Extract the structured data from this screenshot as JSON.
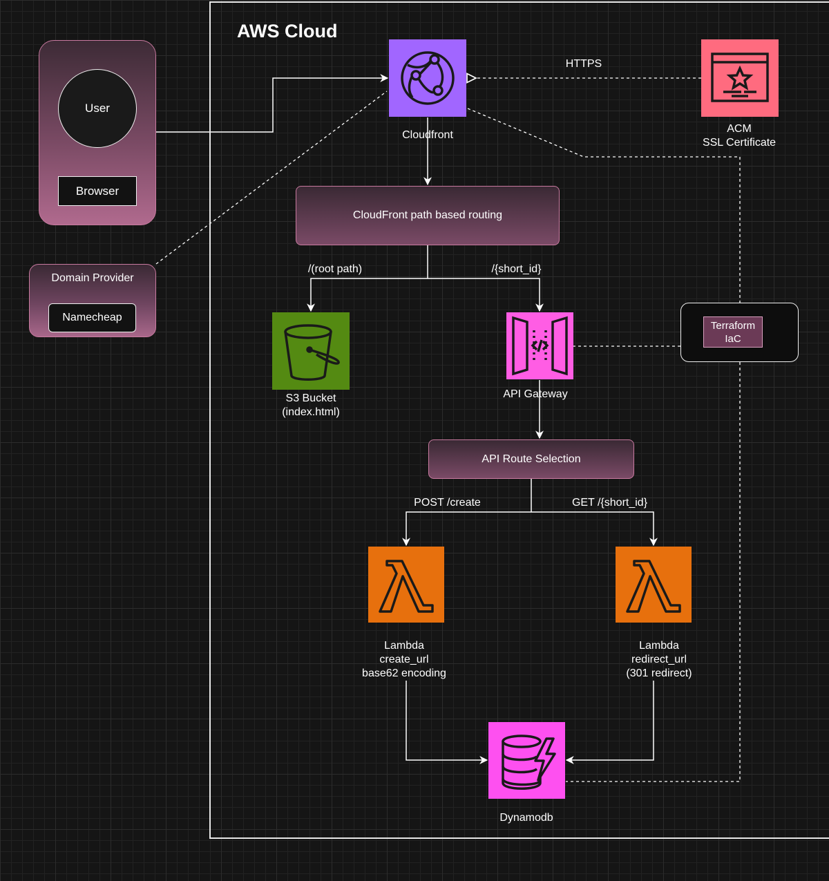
{
  "aws_cloud": {
    "title": "AWS Cloud"
  },
  "user": {
    "label": "User",
    "browser_label": "Browser"
  },
  "domain_provider": {
    "title": "Domain Provider",
    "provider_label": "Namecheap"
  },
  "cloudfront": {
    "label": "Cloudfront",
    "icon": "cloudfront-icon"
  },
  "acm": {
    "lines": [
      "ACM",
      "SSL Certificate"
    ],
    "icon": "certificate-icon"
  },
  "https_label": "HTTPS",
  "cloudfront_routing": {
    "label": "CloudFront path based routing"
  },
  "routes": {
    "root": "/(root path)",
    "short_id": "/{short_id}"
  },
  "s3": {
    "lines": [
      "S3 Bucket",
      "(index.html)"
    ],
    "icon": "bucket-icon"
  },
  "api_gateway": {
    "label": "API Gateway",
    "icon": "api-gateway-icon"
  },
  "terraform": {
    "lines": [
      "Terraform",
      "IaC"
    ]
  },
  "api_routing": {
    "label": "API Route Selection"
  },
  "api_routes": {
    "post": "POST /create",
    "get": "GET /{short_id}"
  },
  "lambda_create": {
    "lines": [
      "Lambda",
      "create_url",
      "base62 encoding"
    ],
    "icon": "lambda-icon"
  },
  "lambda_redirect": {
    "lines": [
      "Lambda",
      "redirect_url",
      "(301 redirect)"
    ],
    "icon": "lambda-icon"
  },
  "dynamodb": {
    "label": "Dynamodb",
    "icon": "dynamodb-icon"
  },
  "colors": {
    "cloudfront": "#a166ff",
    "acm": "#ff6b7f",
    "s3": "#548a12",
    "api_gateway": "#ff5de4",
    "lambda": "#e7700d",
    "dynamodb": "#fe50f0",
    "panel_accent": "#b06a8e",
    "background": "#151515"
  }
}
